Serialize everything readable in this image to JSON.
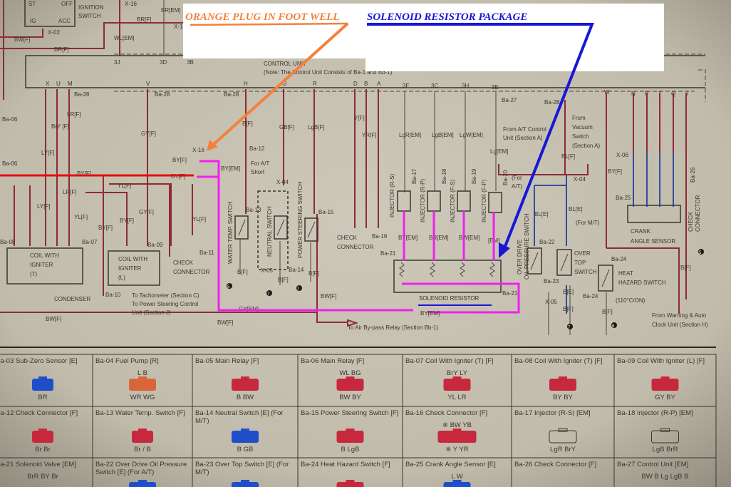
{
  "annotations": {
    "orange_label": "ORANGE PLUG IN FOOT WELL",
    "blue_label": "SOLENOID RESISTOR PACKAGE",
    "orange_color": "#f3813d",
    "blue_color": "#1717d8",
    "highlight_magenta": "#f020f0",
    "highlight_red": "#e01010"
  },
  "labels": {
    "off": "OFF",
    "acc": "ACC",
    "ig": "IG",
    "st": "ST",
    "ign1": "IGNITION",
    "ign2": "SWITCH",
    "x02": "X-02",
    "bwf_top": "BW[F]",
    "brf_a": "BR[F]",
    "brf_b": "BR[F]",
    "x16_top": "X-16",
    "brem": "BR[EM]",
    "wlem": "WL[EM]",
    "x1": "X-1",
    "p3j": "3J",
    "p3d": "3D",
    "p3b": "3B",
    "cu1": "CONTROL UNIT",
    "cu2": "(Note: The Control Unit Consists of Ba-1 and Bb-1)",
    "pX": "X",
    "pU": "U",
    "pM": "M",
    "pV": "V",
    "pH": "H",
    "pG": "G",
    "pR": "R",
    "pD": "D",
    "pB": "B",
    "pA": "A",
    "p3F": "3F",
    "p3C": "3C",
    "p3H": "3H",
    "p3E": "3E",
    "pW": "W",
    "pN": "N",
    "pP": "P",
    "pT": "T",
    "pQ": "Q",
    "pJ": "J",
    "ba28a": "Ba-28",
    "ba28b": "Ba-28",
    "ba28c": "Ba-28",
    "ba28d": "Ba-28",
    "ba27": "Ba-27",
    "ba06a": "Ba-06",
    "ba06b": "Ba-06",
    "bry": "BrY [F]",
    "lrf": "LR[F]",
    "lyf": "LY[F]",
    "gyf": "GY[F]",
    "bf_h": "B[F]",
    "gbf": "GB[F]",
    "lgbf": "LgB[F]",
    "yf": "Y[F]",
    "yrf": "YR[F]",
    "lgrem": "LgR[EM]",
    "lgbem": "LgB[EM]",
    "lgwem": "LgW[EM]",
    "lgem": "Lg[EM]",
    "from_at1": "From A/T Control",
    "from_at2": "Unit (Section A)",
    "from_vac1": "From",
    "from_vac2": "Vacuum",
    "from_vac3": "Switch",
    "from_vac4": "(Section A)",
    "blf": "BL[F]",
    "x06": "X-06",
    "ba12": "Ba-12",
    "for_at1": "For A/T",
    "for_at2": "Short",
    "x16": "X-16",
    "byf_a": "BY[F]",
    "byem_a": "BY[EM]",
    "byf_b": "BY[F]",
    "byf_c": "BY[F]",
    "ylf_a": "YL[F]",
    "ylf_b": "YL[F]",
    "ylf_c": "YL[F]",
    "lrf_b": "LR[F]",
    "lyf_b": "LY[F]",
    "byf_d": "BY[F]",
    "gyf_b": "GY[F]",
    "byf_e": "BY[F]",
    "ba08": "Ba-08",
    "ba07": "Ba-07",
    "ba09": "Ba-09",
    "ba11": "Ba-11",
    "coilT1": "COIL WITH",
    "coilT2": "IGNITER",
    "coilT3": "(T)",
    "coilL1": "COIL WITH",
    "coilL2": "IGNITER",
    "coilL3": "(L)",
    "chk1": "CHECK",
    "chk2": "CONNECTOR",
    "condenser": "CONDENSER",
    "ba10": "Ba-10",
    "tach1": "To Tachometer (Section C)",
    "tach2": "To Power Steering Control",
    "tach3": "Unit (Section J)",
    "bwf_a": "BW[F]",
    "bwf_b": "BW[F]",
    "bwf_c": "BW[F]",
    "air": "To Air By-pass Relay (Section Bb-1)",
    "byem_b": "BY[EM]",
    "gyem": "GY[EM]",
    "chk3": "CHECK",
    "chk4": "CONNECTOR",
    "ba16": "Ba-16",
    "ba21a": "Ba-21",
    "ba21b": "Ba-21",
    "solres": "SOLENOID RESISTOR",
    "byem_c": "BY[EM]",
    "brem_c": "BR[EM]",
    "bwem_c": "BW[EM]",
    "em_c": "[EM]",
    "wts": "WATER TEMP. SWITCH",
    "neu": "NEUTRAL SWITCH",
    "pss": "POWER STEERING SWITCH",
    "injRS": "INJECTOR (R-S)",
    "injRP": "INJECTOR (R-P)",
    "injFS": "INJECTOR (F-S)",
    "injFP": "INJECTOR (F-P)",
    "ba17": "Ba-17",
    "ba18": "Ba-18",
    "ba19": "Ba-19",
    "ba20": "Ba-20",
    "ba13": "Ba-13",
    "ba14": "Ba-14",
    "ba15": "Ba-15",
    "x04a": "X-04",
    "x05a": "X-05",
    "bf_a": "B[F]",
    "bf_b": "B[F]",
    "bf_c": "B[F]",
    "bf_d": "B[F]",
    "bf_e": "B[F]",
    "bf_f": "B[F]",
    "odops1": "OVER DRIVE",
    "odops2": "OIL PRESSURE SWITCH",
    "ba22": "Ba-22",
    "ba23": "Ba-23",
    "x05b": "X-05",
    "x04b": "X-04",
    "ots1": "OVER",
    "ots2": "TOP",
    "ots3": "SWITCH",
    "formt": "(For M/T)",
    "forat1": "(For",
    "forat2": "A/T)",
    "ble_a": "BL[E]",
    "ble_b": "BL[E]",
    "be": "B[E]",
    "hh1": "HEAT",
    "hh2": "HAZARD SWITCH",
    "ba24a": "Ba-24",
    "ba24b": "Ba-24",
    "deg": "(110°C/ON)",
    "cas1": "CRANK",
    "cas2": "ANGLE SENSOR",
    "ba25": "Ba-25",
    "chk5": "CHECK",
    "chk6": "CONNECTOR",
    "ba26": "Ba-26",
    "warn1": "From Warning & Auto",
    "warn2": "Clock Unit (Section H)",
    "byf_h": "BY[F]",
    "g5a": "5",
    "g7a": "7",
    "g7b": "7",
    "g7c": "7",
    "g6": "6",
    "g5b": "5"
  },
  "connectors": [
    {
      "title": "Ba-03 Sub-Zero Sensor [E]",
      "top": "",
      "bottom": "BR",
      "color": "#1f4fc8",
      "pins": 1
    },
    {
      "title": "Ba-04 Fuel Pump [R]",
      "top": "L    B",
      "bottom": "WR  WG",
      "color": "#d9653a",
      "pins": 2
    },
    {
      "title": "Ba-05 Main Relay [F]",
      "top": "",
      "bottom": "B    BW",
      "color": "#c8283e",
      "pins": 2
    },
    {
      "title": "Ba-06 Main Relay [F]",
      "top": "WL  BG",
      "bottom": "BW  BY",
      "color": "#c8283e",
      "pins": 2
    },
    {
      "title": "Ba-07 Coil With Igniter (T) [F]",
      "top": "BrY  LY",
      "bottom": "YL   LR",
      "color": "#c8283e",
      "pins": 2
    },
    {
      "title": "Ba-08 Coil With Igniter (T) [F]",
      "top": "",
      "bottom": "BY   BY",
      "color": "#c8283e",
      "pins": 2
    },
    {
      "title": "Ba-09 Coil With Igniter (L) [F]",
      "top": "",
      "bottom": "GY   BY",
      "color": "#c8283e",
      "pins": 2
    },
    {
      "title": "Ba-12 Check Connector [F]",
      "top": "",
      "bottom": "Br         Br",
      "color": "#c8283e",
      "pins": 1
    },
    {
      "title": "Ba-13 Water Temp. Switch [F]",
      "top": "",
      "bottom": "Br / B",
      "color": "#c8283e",
      "pins": 1
    },
    {
      "title": "Ba-14 Neutral Switch [E] (For M/T)",
      "top": "",
      "bottom": "B   GB",
      "color": "#1f4fc8",
      "pins": 2
    },
    {
      "title": "Ba-15 Power Steering Switch [F]",
      "top": "",
      "bottom": "B   LgB",
      "color": "#c8283e",
      "pins": 2
    },
    {
      "title": "Ba-16 Check Connector [F]",
      "top": "※ BW  YB",
      "bottom": "※  Y   YR",
      "color": "#c8283e",
      "pins": 3
    },
    {
      "title": "Ba-17 Injector (R-S) [EM]",
      "top": "",
      "bottom": "LgR  BrY",
      "color": "none",
      "pins": 2
    },
    {
      "title": "Ba-18 Injector (R-P) [EM]",
      "top": "",
      "bottom": "LgB  BrR",
      "color": "none",
      "pins": 2
    },
    {
      "title": "Ba-21 Solenoid Valve [EM]",
      "top": "BrR BY  Br",
      "bottom": "",
      "color": "none",
      "pins": 0
    },
    {
      "title": "Ba-22 Over Drive Oil Pressure Switch [E] (For A/T)",
      "top": "",
      "bottom": "",
      "color": "#1f4fc8",
      "pins": 0
    },
    {
      "title": "Ba-23 Over Top Switch [E] (For M/T)",
      "top": "",
      "bottom": "",
      "color": "#1f4fc8",
      "pins": 0
    },
    {
      "title": "Ba-24 Heat Hazard Switch [F]",
      "top": "",
      "bottom": "",
      "color": "#c8283e",
      "pins": 0
    },
    {
      "title": "Ba-25 Crank Angle Sensor [E]",
      "top": "L    W",
      "bottom": "",
      "color": "#1f4fc8",
      "pins": 0
    },
    {
      "title": "Ba-26 Check Connector [F]",
      "top": "",
      "bottom": "",
      "color": "none",
      "pins": 0
    },
    {
      "title": "Ba-27 Control Unit [EM]",
      "top": "BW   B    Lg   LgB   B",
      "bottom": "",
      "color": "none",
      "pins": 0
    }
  ]
}
